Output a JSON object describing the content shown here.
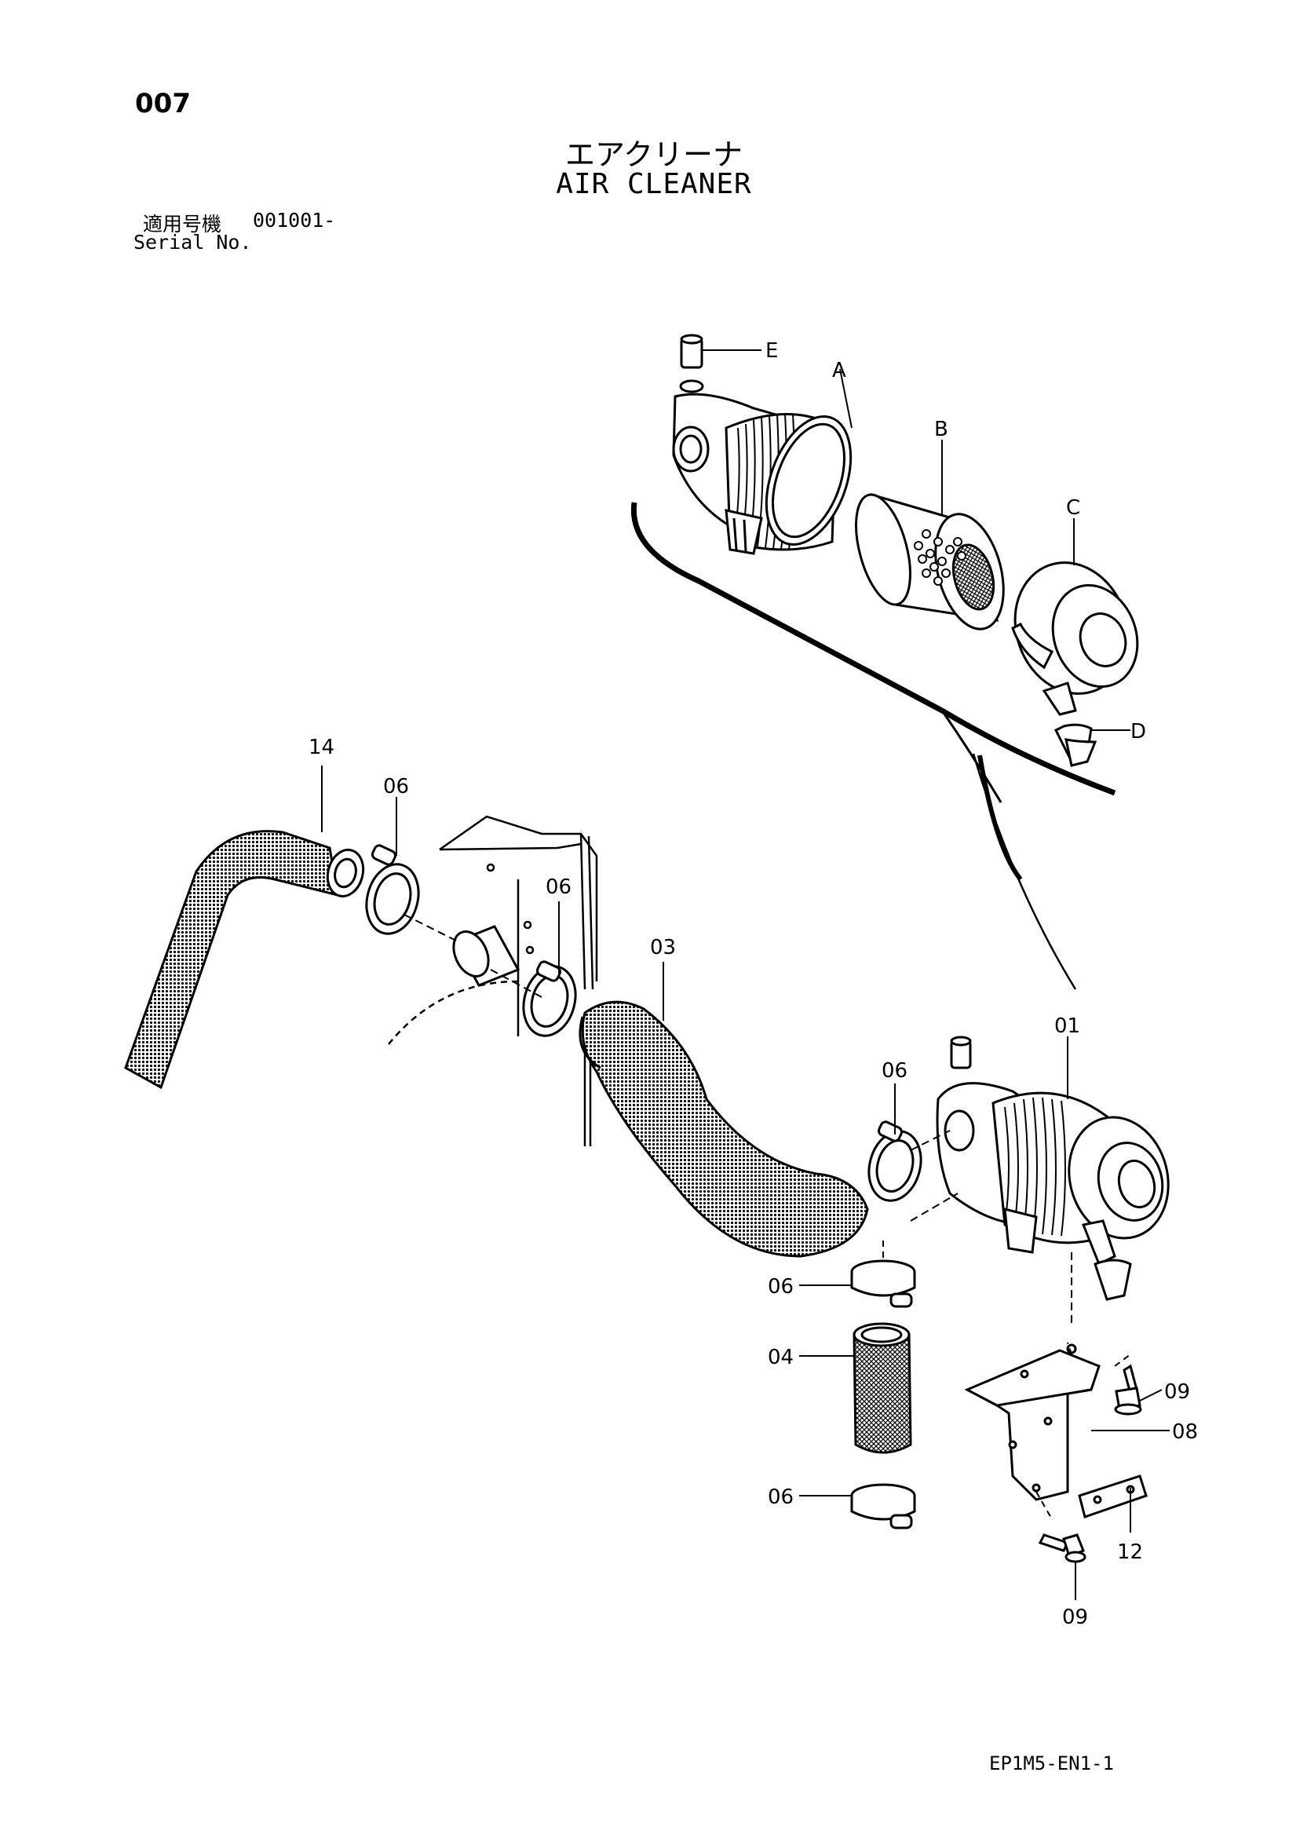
{
  "page": {
    "number": "007",
    "title_jp": "エアクリーナ",
    "title_en": "AIR CLEANER",
    "serial_label_jp": "適用号機",
    "serial_value": "001001-",
    "serial_label_en": "Serial No.",
    "doc_code": "EP1M5-EN1-1"
  },
  "callouts": {
    "A": "A",
    "B": "B",
    "C": "C",
    "D": "D",
    "E": "E",
    "p01": "01",
    "p03": "03",
    "p04": "04",
    "p06": "06",
    "p08": "08",
    "p09": "09",
    "p12": "12",
    "p14": "14"
  }
}
